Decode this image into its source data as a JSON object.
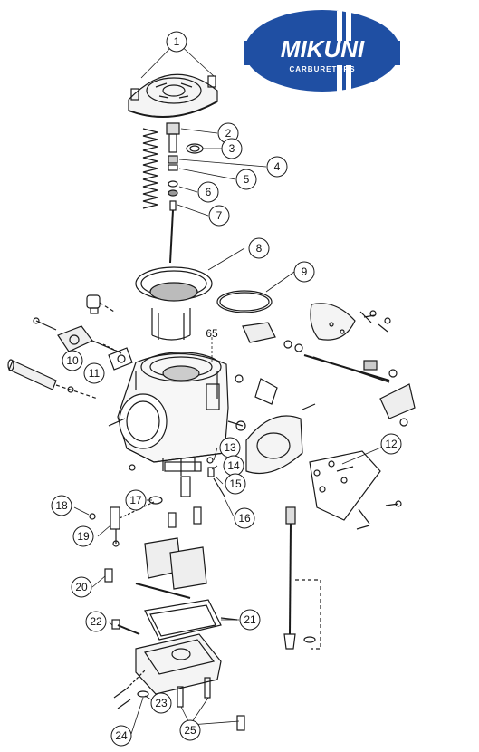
{
  "logo": {
    "brand": "MIKUNI",
    "tagline": "CARBURETORS",
    "colors": {
      "oval": "#1f4fa3",
      "stripe": "#ffffff",
      "text": "#ffffff"
    }
  },
  "diagram": {
    "line_color": "#1a1a1a",
    "callouts": [
      "1",
      "2",
      "3",
      "4",
      "5",
      "6",
      "7",
      "8",
      "9",
      "10",
      "11",
      "12",
      "13",
      "14",
      "15",
      "16",
      "17",
      "18",
      "19",
      "20",
      "21",
      "22",
      "23",
      "24",
      "25",
      "65"
    ]
  }
}
